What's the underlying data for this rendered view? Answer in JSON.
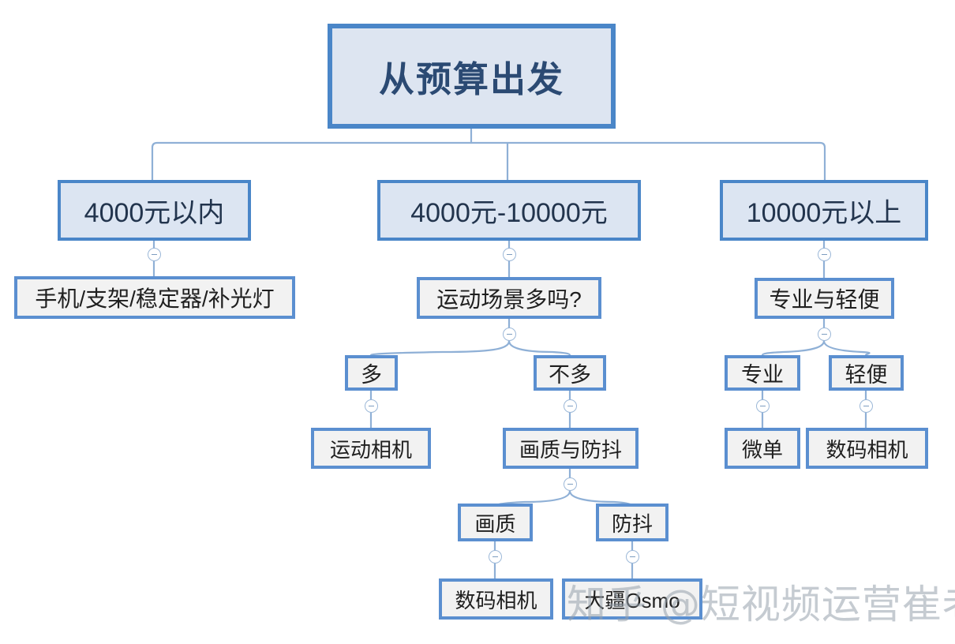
{
  "diagram": {
    "title": "从预算出发",
    "type": "mindmap-tree",
    "colors": {
      "root_border": "#4a86c8",
      "root_fill": "#dde5f1",
      "root_text": "#2b4a73",
      "level2_border": "#4a86c8",
      "level2_fill": "#dce5f2",
      "leaf_border": "#5b8fd0",
      "leaf_fill": "#f2f2f2",
      "connector": "#8fb0d6"
    },
    "nodes": {
      "root": "从预算出发",
      "budget_low": "4000元以内",
      "budget_mid": "4000元-10000元",
      "budget_high": "10000元以上",
      "low_gear": "手机/支架/稳定器/补光灯",
      "mid_question": "运动场景多吗?",
      "mid_yes": "多",
      "mid_no": "不多",
      "mid_yes_result": "运动相机",
      "mid_no_branch": "画质与防抖",
      "quality": "画质",
      "stabilize": "防抖",
      "quality_result": "数码相机",
      "stabilize_result": "大疆Osmo",
      "high_branch": "专业与轻便",
      "high_pro": "专业",
      "high_light": "轻便",
      "high_pro_result": "微单",
      "high_light_result": "数码相机"
    },
    "toggles": [
      {
        "name": "toggle-budget-low",
        "state": "expanded",
        "glyph": "minus"
      },
      {
        "name": "toggle-budget-mid",
        "state": "expanded",
        "glyph": "minus"
      },
      {
        "name": "toggle-budget-high",
        "state": "expanded",
        "glyph": "minus"
      },
      {
        "name": "toggle-mid-question",
        "state": "expanded",
        "glyph": "minus"
      },
      {
        "name": "toggle-mid-yes",
        "state": "expanded",
        "glyph": "minus"
      },
      {
        "name": "toggle-mid-no",
        "state": "expanded",
        "glyph": "minus"
      },
      {
        "name": "toggle-mid-no-branch",
        "state": "expanded",
        "glyph": "minus"
      },
      {
        "name": "toggle-quality",
        "state": "expanded",
        "glyph": "minus"
      },
      {
        "name": "toggle-stabilize",
        "state": "expanded",
        "glyph": "minus"
      },
      {
        "name": "toggle-high-branch",
        "state": "expanded",
        "glyph": "minus"
      },
      {
        "name": "toggle-high-pro",
        "state": "expanded",
        "glyph": "minus"
      },
      {
        "name": "toggle-high-light",
        "state": "expanded",
        "glyph": "minus"
      }
    ]
  },
  "watermark": {
    "text": "知乎 @短视频运营崔老师"
  }
}
